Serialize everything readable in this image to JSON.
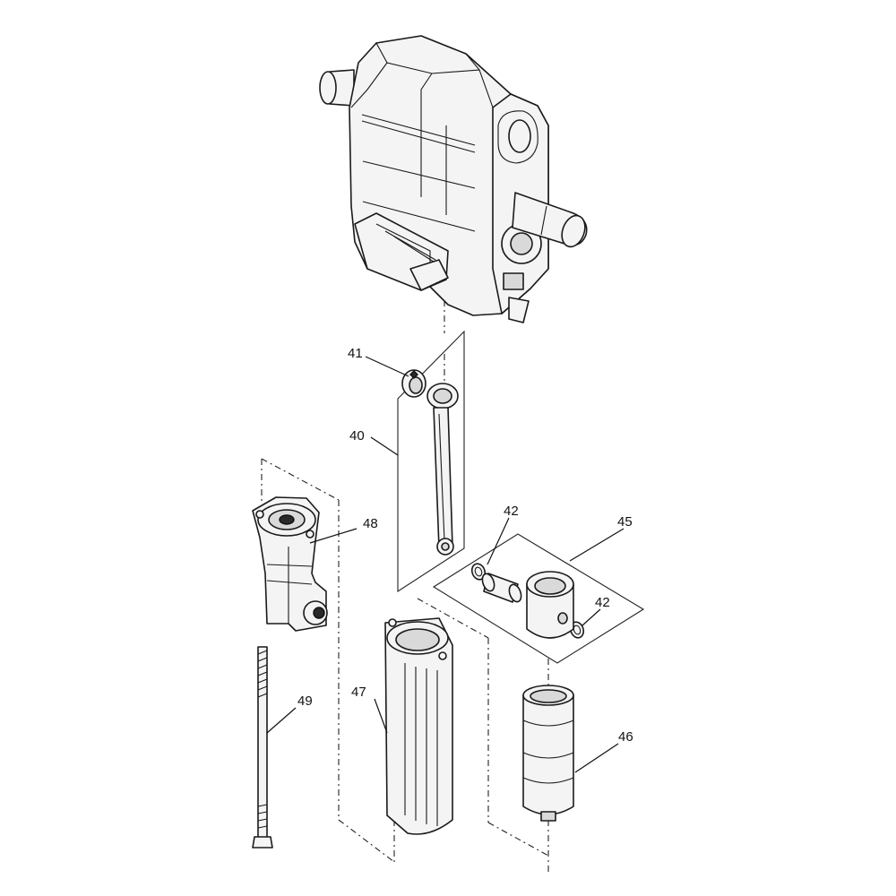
{
  "callouts": {
    "p40": "40",
    "p41": "41",
    "p42a": "42",
    "p42b": "42",
    "p45": "45",
    "p46": "46",
    "p47": "47",
    "p48": "48",
    "p49": "49"
  }
}
